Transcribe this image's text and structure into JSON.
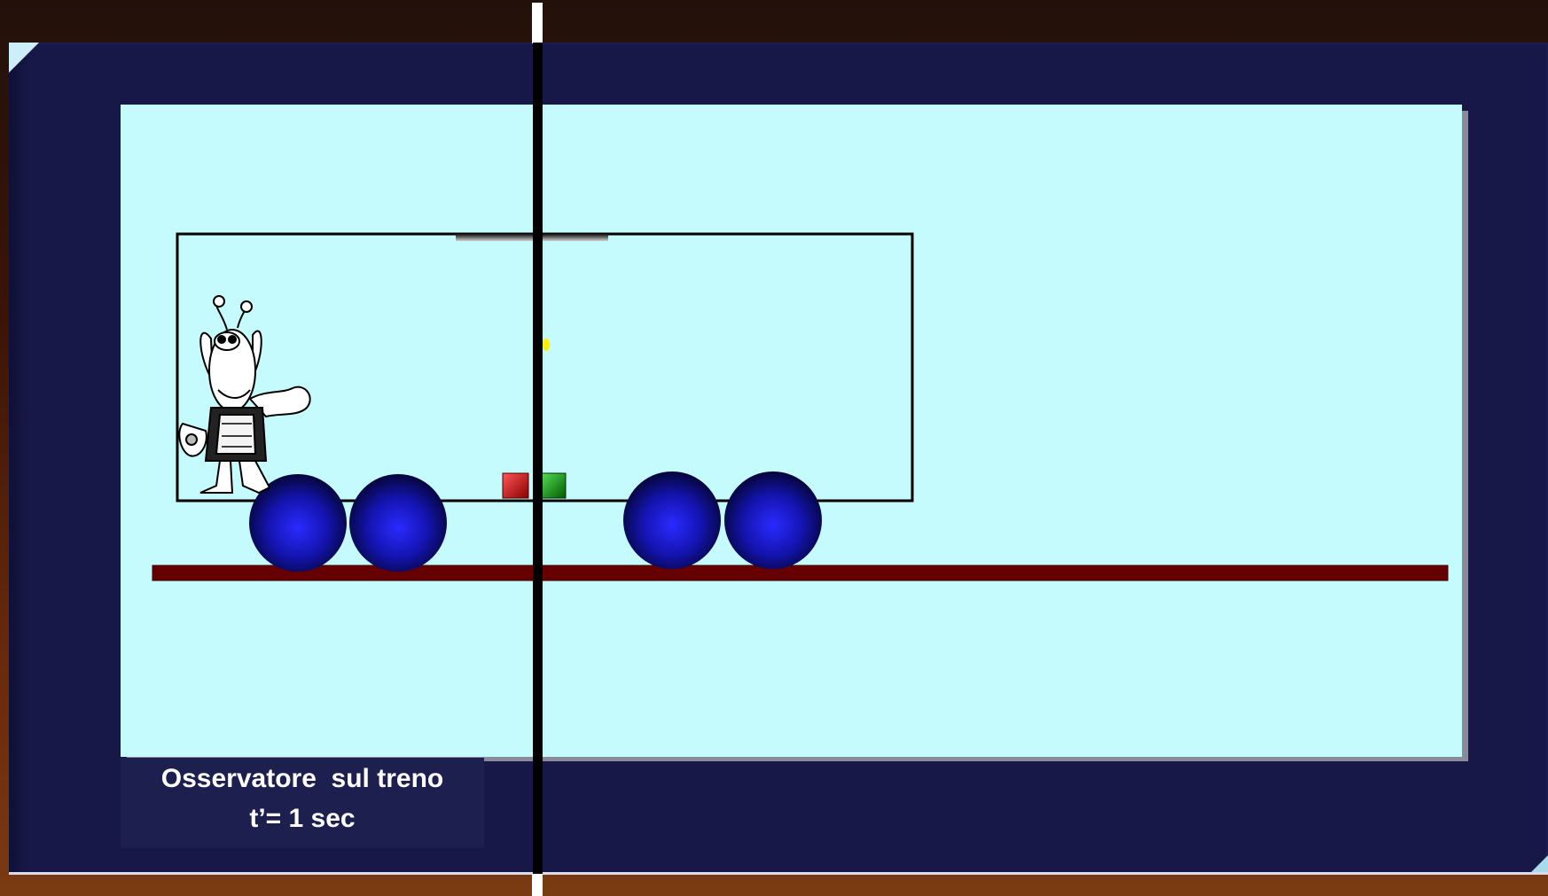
{
  "caption": {
    "title": "Osservatore  sul treno",
    "time": "t’= 1 sec"
  },
  "colors": {
    "background": "#6a2a0c",
    "frame": "#171847",
    "screen": "#c6fbfd",
    "rail": "#660000",
    "wheel": "#1a1aa8",
    "red_light": "#cc1111",
    "green_light": "#119911",
    "photon": "#ffee00",
    "observer_line": "#000000"
  },
  "figure": {
    "character": "cartoon-observer",
    "wheels_count": 4
  }
}
